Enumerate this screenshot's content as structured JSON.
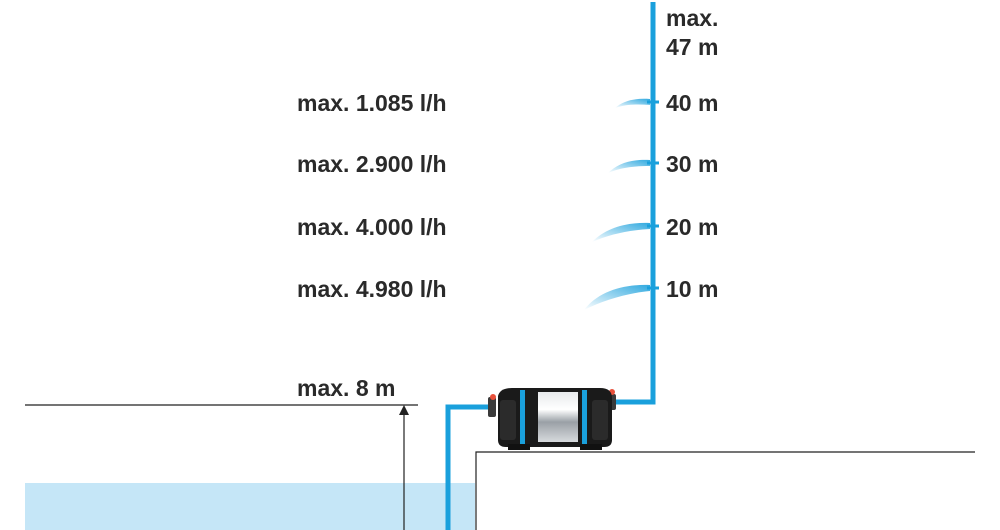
{
  "max_height": {
    "line1": "max.",
    "line2": "47 m"
  },
  "suction": {
    "label": "max. 8 m"
  },
  "levels": [
    {
      "height_label": "40 m",
      "flow_label": "max. 1.085 l/h"
    },
    {
      "height_label": "30 m",
      "flow_label": "max. 2.900 l/h"
    },
    {
      "height_label": "20 m",
      "flow_label": "max. 4.000 l/h"
    },
    {
      "height_label": "10 m",
      "flow_label": "max. 4.980 l/h"
    }
  ],
  "colors": {
    "pipe": "#1aa0dc",
    "water": "#c5e6f7",
    "text": "#2a2a2a",
    "pump_body": "#1a1a1a",
    "pump_metal": "#c9cdd1",
    "line": "#222222"
  }
}
